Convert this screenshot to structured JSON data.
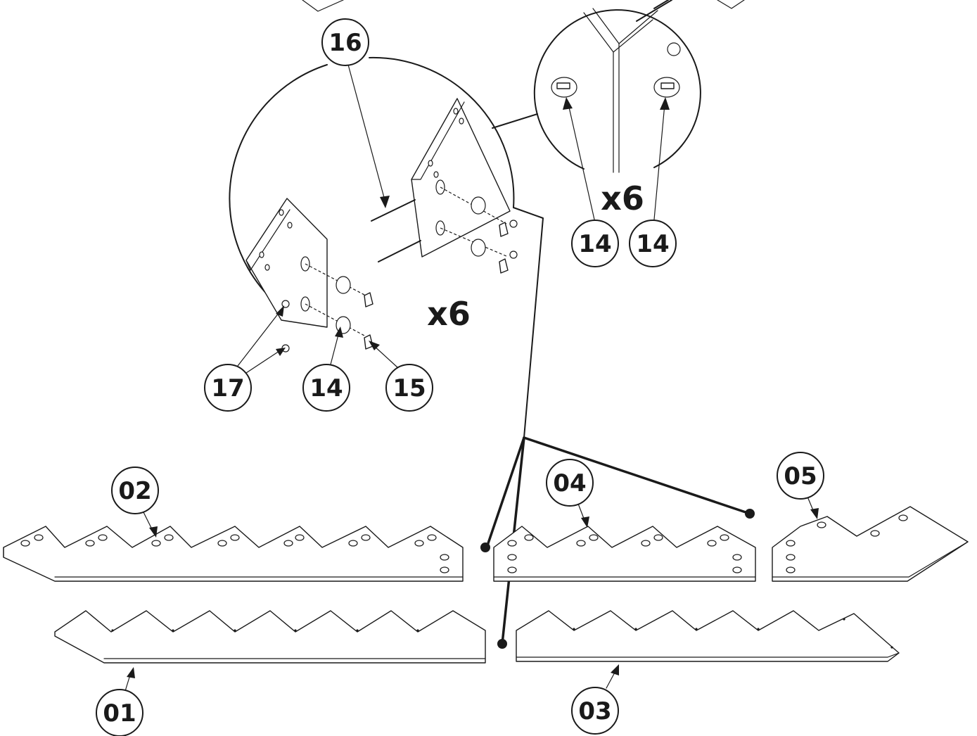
{
  "callouts": {
    "c16": "16",
    "c14_right_a": "14",
    "c14_right_b": "14",
    "c17": "17",
    "c14_left": "14",
    "c15": "15",
    "c02": "02",
    "c04": "04",
    "c05": "05",
    "c01": "01",
    "c03": "03"
  },
  "quantities": {
    "detail_left": "x6",
    "detail_right": "x6"
  },
  "colors": {
    "line": "#1a1a1a",
    "background": "#ffffff"
  }
}
